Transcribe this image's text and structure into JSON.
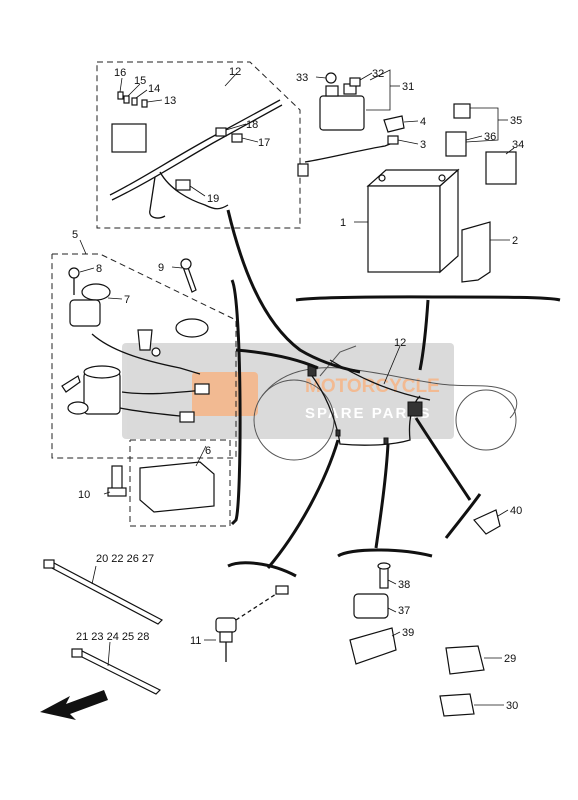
{
  "parts": {
    "p1": "1",
    "p2": "2",
    "p3": "3",
    "p4": "4",
    "p5": "5",
    "p6": "6",
    "p7": "7",
    "p8": "8",
    "p9": "9",
    "p10": "10",
    "p11": "11",
    "p12a": "12",
    "p12b": "12",
    "p13": "13",
    "p14": "14",
    "p15": "15",
    "p16": "16",
    "p17": "17",
    "p18": "18",
    "p19": "19",
    "p20group": "20 22 26 27",
    "p21group": "21 23 24 25 28",
    "p29": "29",
    "p30": "30",
    "p31": "31",
    "p32": "32",
    "p33": "33",
    "p34": "34",
    "p35": "35",
    "p36": "36",
    "p37": "37",
    "p38": "38",
    "p39": "39",
    "p40": "40"
  },
  "watermark": {
    "line1": "MOTORCYCLE",
    "line2": "SPARE PARTS",
    "logo": "MSP"
  },
  "colors": {
    "watermark_orange": "#e8823a",
    "watermark_gray": "#b9b9b9",
    "ink": "#111111"
  }
}
